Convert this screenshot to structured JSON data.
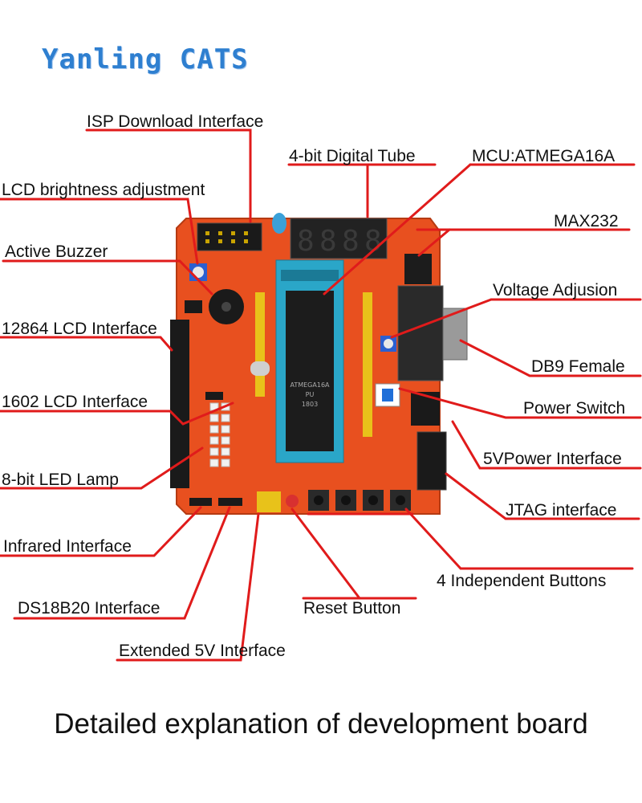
{
  "brand": "Yanling CATS",
  "caption": "Detailed explanation of development board",
  "colors": {
    "leader": "#e01b1b",
    "pcb": "#e8501f",
    "brand": "#2e7fd0"
  },
  "labels": {
    "isp": "ISP Download Interface",
    "digital_tube": "4-bit Digital Tube",
    "mcu": "MCU:ATMEGA16A",
    "lcd_brightness": "LCD brightness adjustment",
    "max232": "MAX232",
    "buzzer": "Active Buzzer",
    "voltage_adj": "Voltage Adjusion",
    "lcd12864": "12864 LCD Interface",
    "db9": "DB9 Female",
    "lcd1602": "1602 LCD Interface",
    "power_switch": "Power Switch",
    "power_5v": "5VPower Interface",
    "led": "8-bit  LED Lamp",
    "jtag": "JTAG  interface",
    "infrared": "Infrared Interface",
    "buttons": "4 Independent Buttons",
    "ds18b20": "DS18B20 Interface",
    "reset": "Reset Button",
    "ext5v": "Extended 5V Interface"
  },
  "board": {
    "display_digits": [
      "8",
      "8",
      "8",
      "8"
    ],
    "chip_text": [
      "ATMEGA16A",
      "PU",
      "1803"
    ]
  }
}
